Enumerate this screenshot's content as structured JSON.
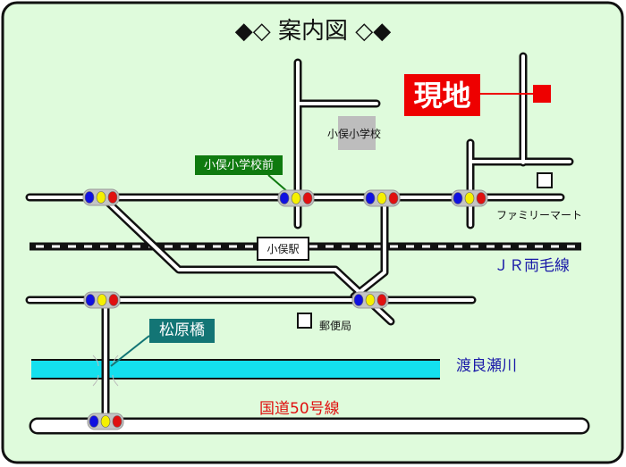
{
  "title": "◆◇ 案内図 ◇◆",
  "labels": {
    "site": "現地",
    "school": "小俣小学校",
    "school_front": "小俣小学校前",
    "familymart": "ファミリーマート",
    "station": "小俣駅",
    "railway": "ＪＲ両毛線",
    "post_office": "郵便局",
    "bridge": "松原橋",
    "river": "渡良瀬川",
    "route": "国道50号線"
  },
  "colors": {
    "background": "#dffbdc",
    "site": "#ee0000",
    "school_front_box": "#0f7a0f",
    "bridge_box": "#137575",
    "river": "#14e0ee",
    "blue_text": "#1a1aa8",
    "route_text": "#e01010"
  }
}
